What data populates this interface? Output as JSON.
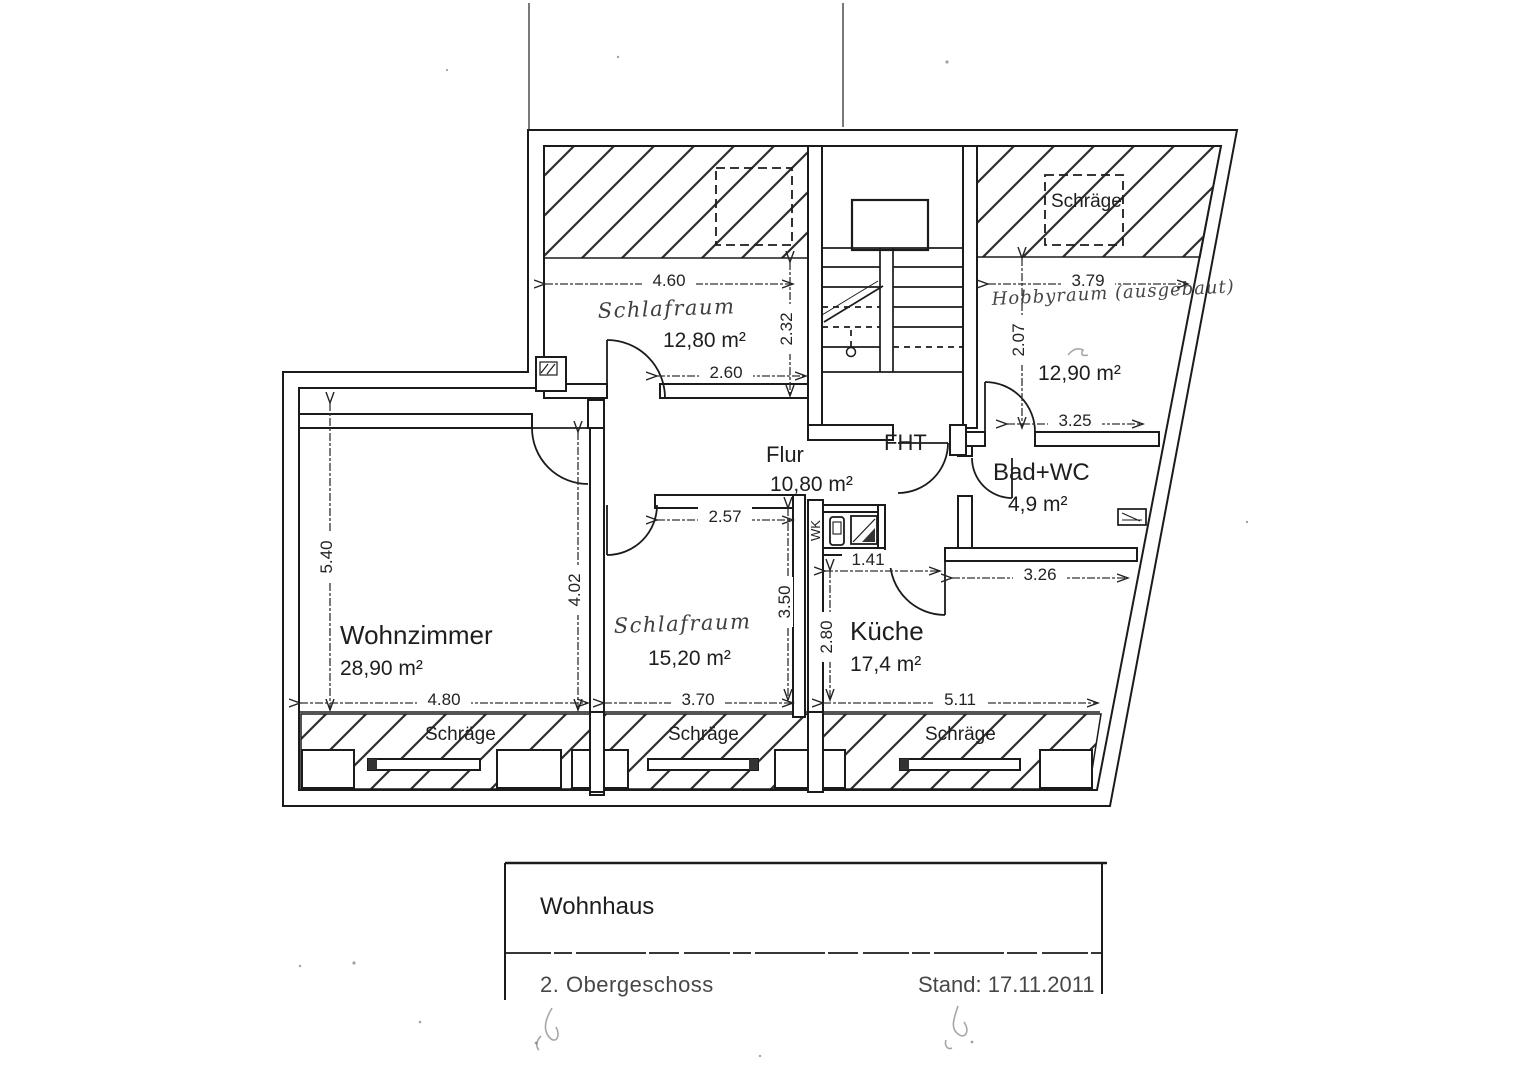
{
  "titleblock": {
    "building": "Wohnhaus",
    "floor": "2. Obergeschoss",
    "stand": "Stand: 17.11.2011"
  },
  "rooms": {
    "schlafraum1": {
      "name": "Schlafraum",
      "area": "12,80 m²"
    },
    "hobbyraum": {
      "name": "Hobbyraum (ausgebaut)",
      "area": "12,90 m²"
    },
    "flur": {
      "name": "Flur",
      "area": "10,80 m²"
    },
    "bad": {
      "name": "Bad+WC",
      "area": "4,9 m²"
    },
    "wohnzimmer": {
      "name": "Wohnzimmer",
      "area": "28,90 m²"
    },
    "schlafraum2": {
      "name": "Schlafraum",
      "area": "15,20 m²"
    },
    "kueche": {
      "name": "Küche",
      "area": "17,4 m²"
    }
  },
  "labels": {
    "schraege": "Schräge",
    "fht": "FHT",
    "wk": "WK"
  },
  "dims": {
    "d460": "4.60",
    "d232": "2.32",
    "d260": "2.60",
    "d379": "3.79",
    "d207": "2.07",
    "d325": "3.25",
    "d326": "3.26",
    "d141": "1.41",
    "d257": "2.57",
    "d350": "3.50",
    "d280": "2.80",
    "d540": "5.40",
    "d402": "4.02",
    "d480": "4.80",
    "d370": "3.70",
    "d511": "5.11"
  },
  "colors": {
    "ink": "#1b1b1b",
    "paper": "#ffffff"
  }
}
